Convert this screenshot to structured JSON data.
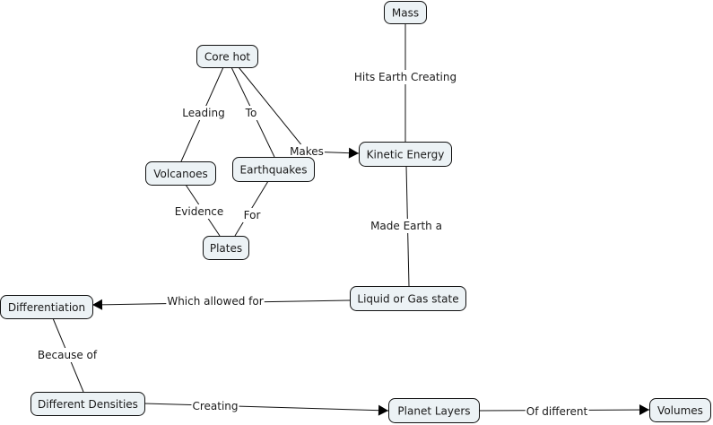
{
  "concept_map": {
    "concepts": [
      {
        "id": "mass",
        "label": "Mass"
      },
      {
        "id": "core_hot",
        "label": "Core hot"
      },
      {
        "id": "kinetic_energy",
        "label": "Kinetic Energy"
      },
      {
        "id": "volcanoes",
        "label": "Volcanoes"
      },
      {
        "id": "earthquakes",
        "label": "Earthquakes"
      },
      {
        "id": "plates",
        "label": "Plates"
      },
      {
        "id": "liquid_gas",
        "label": "Liquid or Gas state"
      },
      {
        "id": "differentiation",
        "label": "Differentiation"
      },
      {
        "id": "different_densities",
        "label": "Different Densities"
      },
      {
        "id": "planet_layers",
        "label": "Planet Layers"
      },
      {
        "id": "volumes",
        "label": "Volumes"
      }
    ],
    "links": [
      {
        "from": "mass",
        "to": "kinetic_energy",
        "label": "Hits Earth Creating",
        "arrow": false
      },
      {
        "from": "core_hot",
        "to": "volcanoes",
        "label": "Leading",
        "arrow": false
      },
      {
        "from": "core_hot",
        "to": "earthquakes",
        "label": "To",
        "arrow": false
      },
      {
        "from": "core_hot",
        "to": "kinetic_energy",
        "label": "Makes",
        "arrow": true
      },
      {
        "from": "volcanoes",
        "to": "plates",
        "label": "Evidence",
        "arrow": false
      },
      {
        "from": "earthquakes",
        "to": "plates",
        "label": "For",
        "arrow": false
      },
      {
        "from": "kinetic_energy",
        "to": "liquid_gas",
        "label": "Made Earth a",
        "arrow": false
      },
      {
        "from": "liquid_gas",
        "to": "differentiation",
        "label": "Which allowed for",
        "arrow": true
      },
      {
        "from": "differentiation",
        "to": "different_densities",
        "label": "Because of",
        "arrow": false
      },
      {
        "from": "different_densities",
        "to": "planet_layers",
        "label": "Creating",
        "arrow": true
      },
      {
        "from": "planet_layers",
        "to": "volumes",
        "label": "Of different",
        "arrow": true
      }
    ]
  }
}
